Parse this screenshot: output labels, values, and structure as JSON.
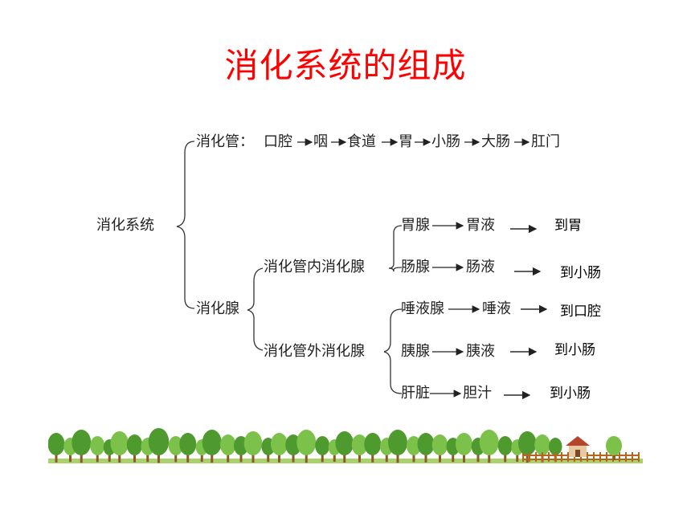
{
  "title": "消化系统的组成",
  "root": "消化系统",
  "tract": {
    "label": "消化管：",
    "path": [
      "口腔",
      "咽",
      "食道",
      "胃",
      "小肠",
      "大肠",
      "肛门"
    ]
  },
  "glands": {
    "label": "消化腺",
    "internal": {
      "label": "消化管内消化腺",
      "items": [
        {
          "gland": "胃腺",
          "juice": "胃液",
          "dest": "到胃"
        },
        {
          "gland": "肠腺",
          "juice": "肠液",
          "dest": "到小肠"
        }
      ]
    },
    "external": {
      "label": "消化管外消化腺",
      "items": [
        {
          "gland": "唾液腺",
          "juice": "唾液",
          "dest": "到口腔"
        },
        {
          "gland": "胰腺",
          "juice": "胰液",
          "dest": "到小肠"
        },
        {
          "gland": "肝脏",
          "juice": "胆汁",
          "dest": "到小肠"
        }
      ]
    }
  },
  "colors": {
    "title": "#ff0000",
    "tree": "#7cc24a",
    "tree_dark": "#4e9a2e",
    "trunk": "#8b5a2b",
    "fence": "#b5651d"
  }
}
